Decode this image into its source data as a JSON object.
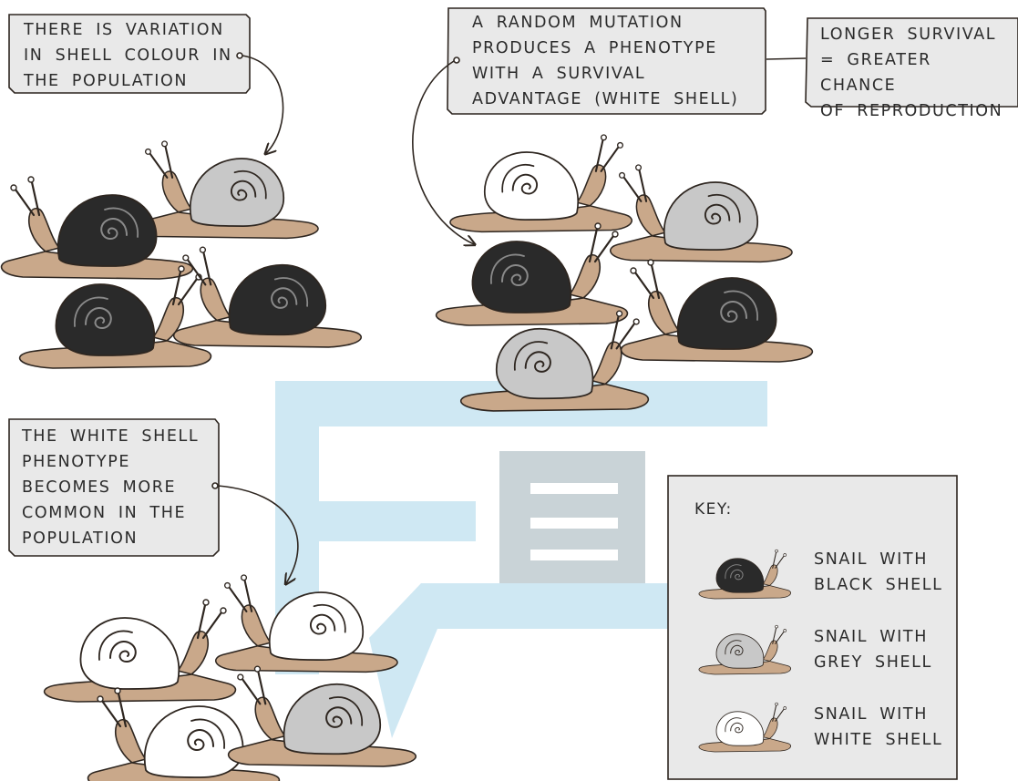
{
  "callouts": {
    "variation": "There is variation\nin shell colour in\nthe population",
    "mutation": "A random mutation\nproduces a phenotype\nwith a survival\nadvantage (white shell)",
    "survival": "Longer survival\n= greater chance\nof reproduction",
    "common": "The white shell\nphenotype\nbecomes more\ncommon in the\npopulation"
  },
  "key": {
    "title": "KEY:",
    "items": [
      {
        "label": "Snail with\nblack shell",
        "shell": "black"
      },
      {
        "label": "Snail with\ngrey shell",
        "shell": "grey"
      },
      {
        "label": "Snail with\nwhite shell",
        "shell": "white"
      }
    ]
  },
  "colors": {
    "body": "#c9a88a",
    "body_outline": "#2e2620",
    "black_shell": "#2a2a2a",
    "grey_shell": "#c8c8c8",
    "white_shell": "#ffffff",
    "box_fill": "#e9e9e9",
    "watermark": "#8fc9e3"
  },
  "groups": {
    "initial_population": [
      "grey",
      "black",
      "black",
      "black"
    ],
    "after_mutation": [
      "white",
      "grey",
      "black",
      "black",
      "grey"
    ],
    "later_population": [
      "white",
      "white",
      "white",
      "grey"
    ]
  }
}
